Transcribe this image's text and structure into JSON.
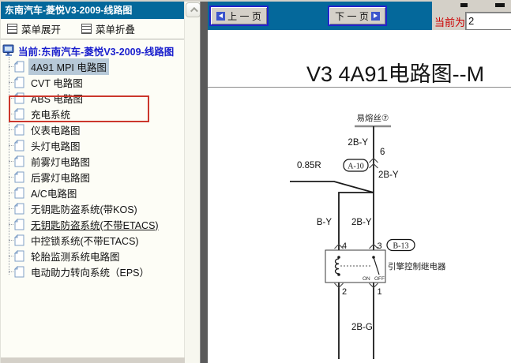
{
  "sidebar": {
    "title": "东南汽车-菱悦V3-2009-线路图",
    "menu_expand": "菜单展开",
    "menu_collapse": "菜单折叠",
    "tree_root": "当前:东南汽车-菱悦V3-2009-线路图",
    "items": [
      {
        "label": "4A91 MPI 电路图",
        "selected": true,
        "annotated": "red-box"
      },
      {
        "label": "CVT 电路图"
      },
      {
        "label": "ABS 电路图"
      },
      {
        "label": "充电系统"
      },
      {
        "label": "仪表电路图"
      },
      {
        "label": "头灯电路图"
      },
      {
        "label": "前雾灯电路图"
      },
      {
        "label": "后雾灯电路图"
      },
      {
        "label": "A/C电路图"
      },
      {
        "label": "无钥匙防盗系统(带KOS)"
      },
      {
        "label": "无钥匙防盗系统(不带ETACS)",
        "underlined": true
      },
      {
        "label": "中控锁系统(不带ETACS)"
      },
      {
        "label": "轮胎监测系统电路图"
      },
      {
        "label": "电动助力转向系统（EPS）"
      }
    ]
  },
  "toolbar": {
    "prev_label": "上 一 页",
    "next_label": "下 一 页",
    "current_label": "当前为",
    "current_value": "2"
  },
  "diagram": {
    "title": "V3 4A91电路图--M",
    "fuse_label": "易熔丝⑦",
    "labels": {
      "top_wire": "2B-Y",
      "pin6": "6",
      "connector_a10": "A-10",
      "mid_wire": "2B-Y",
      "left_feed": "0.85R",
      "branch_left": "B-Y",
      "branch_right": "2B-Y",
      "pin4": "4",
      "pin3": "3",
      "connector_b13": "B-13",
      "relay_name": "引擎控制继电器",
      "switch_on": "ON",
      "switch_off": "OFF",
      "pin2": "2",
      "pin1": "1",
      "bottom_wire": "2B-G"
    }
  },
  "colors": {
    "titlebar_blue": "#04689b",
    "toolbar_blue": "#04689b",
    "selection_bg": "#b7c9d8",
    "annotation_red": "#cb372c",
    "current_label_red": "#cc0000",
    "button_border_blue": "#2323cc",
    "ui_gray": "#d4d0c8",
    "splitter_gray": "#5a5a5a"
  }
}
